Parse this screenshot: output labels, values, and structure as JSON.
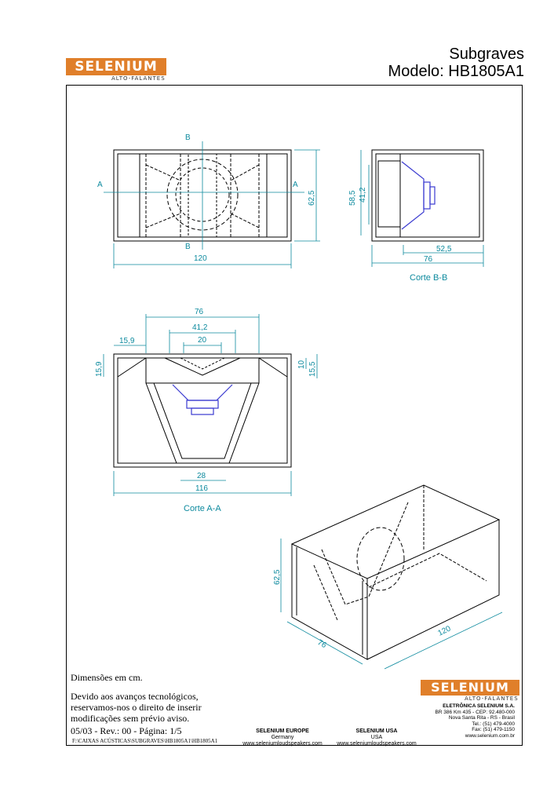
{
  "brand": {
    "name": "SELENIUM",
    "tagline": "ALTO-FALANTES"
  },
  "title": {
    "line1": "Subgraves",
    "line2": "Modelo: HB1805A1"
  },
  "views": {
    "front": {
      "dim_width": "120",
      "dim_height": "62,5",
      "marker_a": "A",
      "marker_b": "B"
    },
    "side": {
      "dim_depth": "76",
      "dim_inner_depth": "52,5",
      "dim_h1": "58,5",
      "dim_h2": "41,2",
      "label": "Corte B-B"
    },
    "section": {
      "dim_76": "76",
      "dim_412": "41,2",
      "dim_20": "20",
      "dim_159_top": "15,9",
      "dim_159_side": "15,9",
      "dim_10": "10",
      "dim_155": "15,5",
      "dim_28": "28",
      "dim_116": "116",
      "label": "Corte A-A"
    },
    "iso": {
      "dim_height": "62,5",
      "dim_depth": "76",
      "dim_width": "120"
    }
  },
  "notes": {
    "units": "Dimensões em cm.",
    "disclaimer": [
      "Devido aos avanços tecnológicos,",
      "reservamos-nos o direito de inserir",
      "modificações sem prévio aviso."
    ],
    "revision": "05/03 - Rev.: 00 - Página: 1/5",
    "path": "F:\\CAIXAS ACÚSTICAS\\SUBGRAVES\\HB1805A1\\HB1805A1"
  },
  "footer": {
    "europe": {
      "name": "SELENIUM EUROPE",
      "country": "Germany",
      "site": "www.seleniumloudspeakers.com"
    },
    "usa": {
      "name": "SELENIUM USA",
      "country": "USA",
      "site": "www.seleniumloudspeakers.com"
    },
    "company": {
      "name": "ELETRÔNICA SELENIUM S.A.",
      "lines": [
        "BR 386 Km 435 - CEP: 92.480-000",
        "Nova Santa Rita - RS - Brasil",
        "Tel.: (51) 479-4000",
        "Fax: (51) 479-1150",
        "www.selenium.com.br"
      ]
    }
  },
  "colors": {
    "brand": "#e07f2a",
    "dimension": "#0d8a9e",
    "driver": "#3a3ad0"
  }
}
